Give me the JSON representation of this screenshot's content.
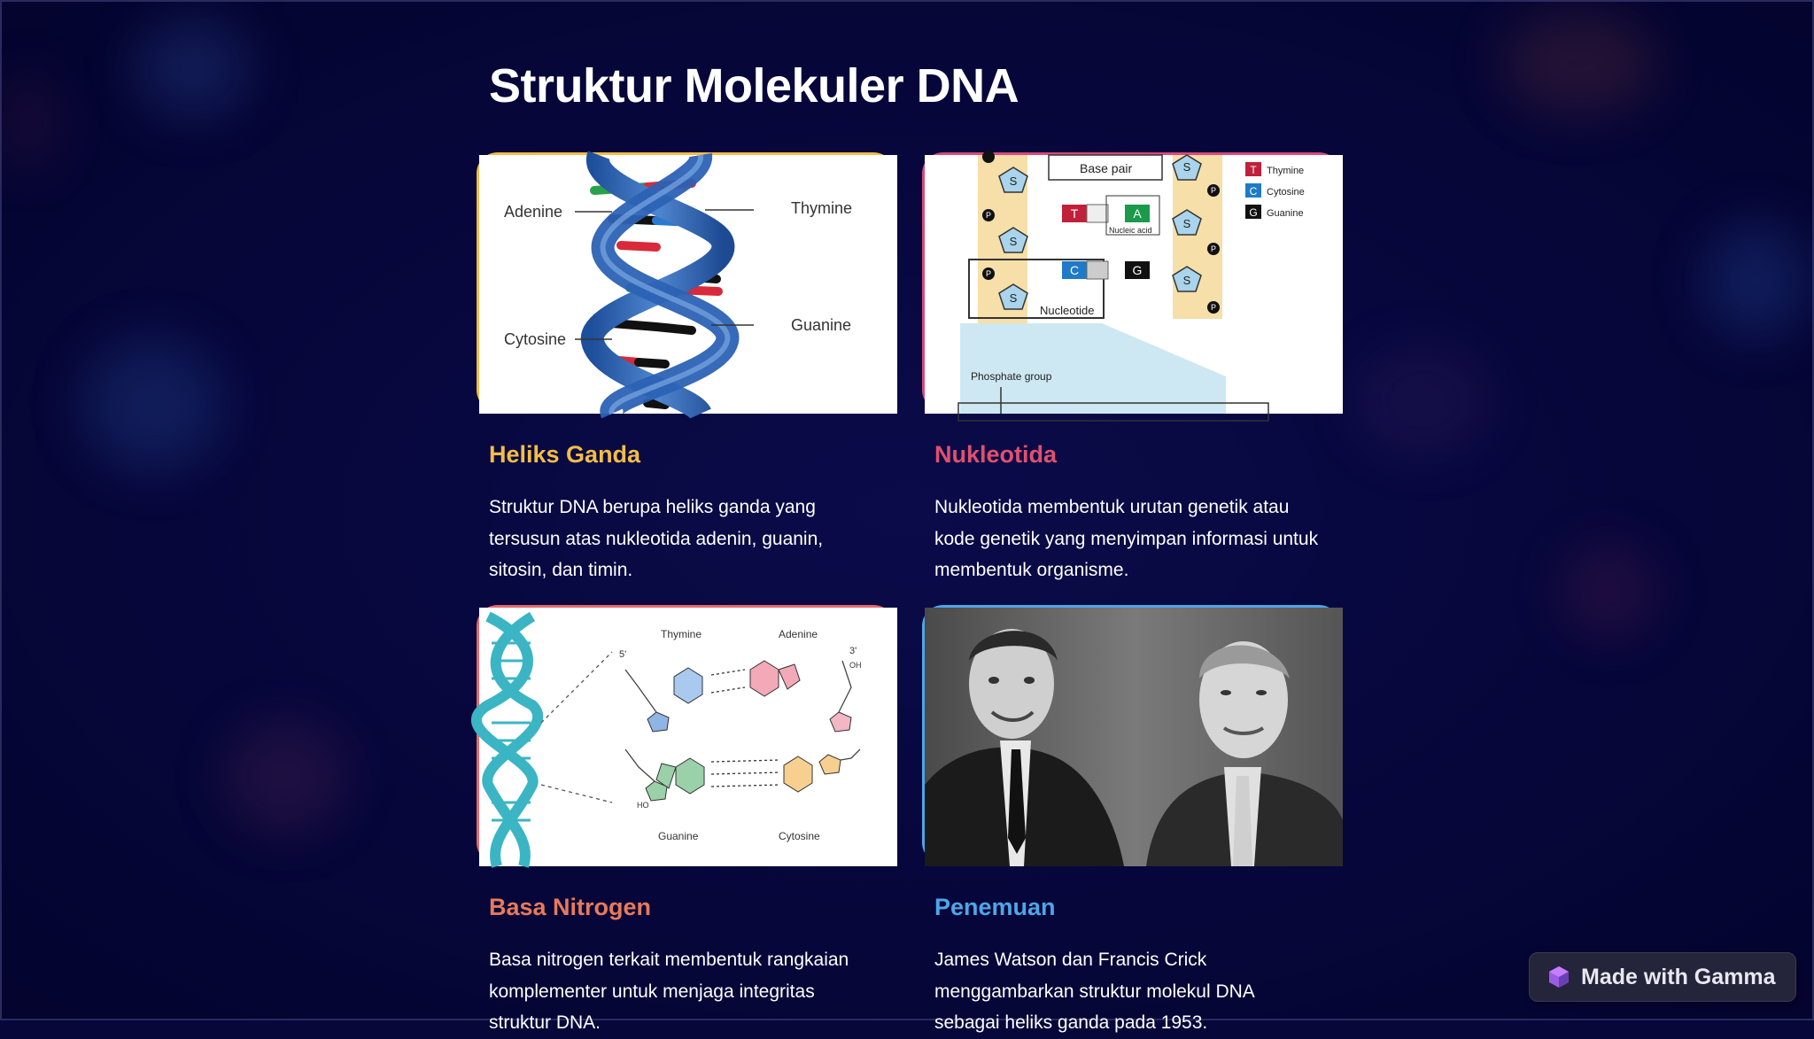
{
  "page": {
    "title": "Struktur Molekuler DNA"
  },
  "cards": [
    {
      "title": "Heliks Ganda",
      "title_color": "#f3bd45",
      "border_color": "#f3bd45",
      "text": "Struktur DNA berupa heliks ganda yang tersusun atas nukleotida adenin, guanin, sitosin, dan timin.",
      "image": {
        "icon": "dna-double-helix-diagram",
        "labels": [
          "Adenine",
          "Thymine",
          "Cytosine",
          "Guanine"
        ]
      }
    },
    {
      "title": "Nukleotida",
      "title_color": "#e0506e",
      "border_color": "#d94a78",
      "text": "Nukleotida membentuk urutan genetik atau kode genetik yang menyimpan informasi untuk membentuk organisme.",
      "image": {
        "icon": "nucleotide-diagram",
        "labels": [
          "Base pair",
          "Nucleic acid",
          "Nucleotide",
          "Phosphate group",
          "S",
          "P",
          "T",
          "A",
          "C",
          "G"
        ],
        "legend": [
          {
            "letter": "T",
            "name": "Thymine",
            "color": "#c0203a"
          },
          {
            "letter": "C",
            "name": "Cytosine",
            "color": "#1f7ac8"
          },
          {
            "letter": "G",
            "name": "Guanine",
            "color": "#111111"
          }
        ]
      }
    },
    {
      "title": "Basa Nitrogen",
      "title_color": "#e87a5a",
      "border_color": "#e46a6a",
      "text": "Basa nitrogen terkait membentuk rangkaian komplementer untuk menjaga integritas struktur DNA.",
      "image": {
        "icon": "nitrogen-base-pairing-diagram",
        "labels": [
          "Thymine",
          "Adenine",
          "Guanine",
          "Cytosine",
          "5'",
          "3'",
          "OH",
          "HO"
        ]
      }
    },
    {
      "title": "Penemuan",
      "title_color": "#4ea6e6",
      "border_color": "#4ea6e6",
      "text": "James Watson dan Francis Crick menggambarkan struktur molekul DNA sebagai heliks ganda pada 1953.",
      "image": {
        "icon": "watson-crick-photo"
      }
    }
  ],
  "badge": {
    "label": "Made with Gamma",
    "icon": "gamma-logo-icon"
  }
}
